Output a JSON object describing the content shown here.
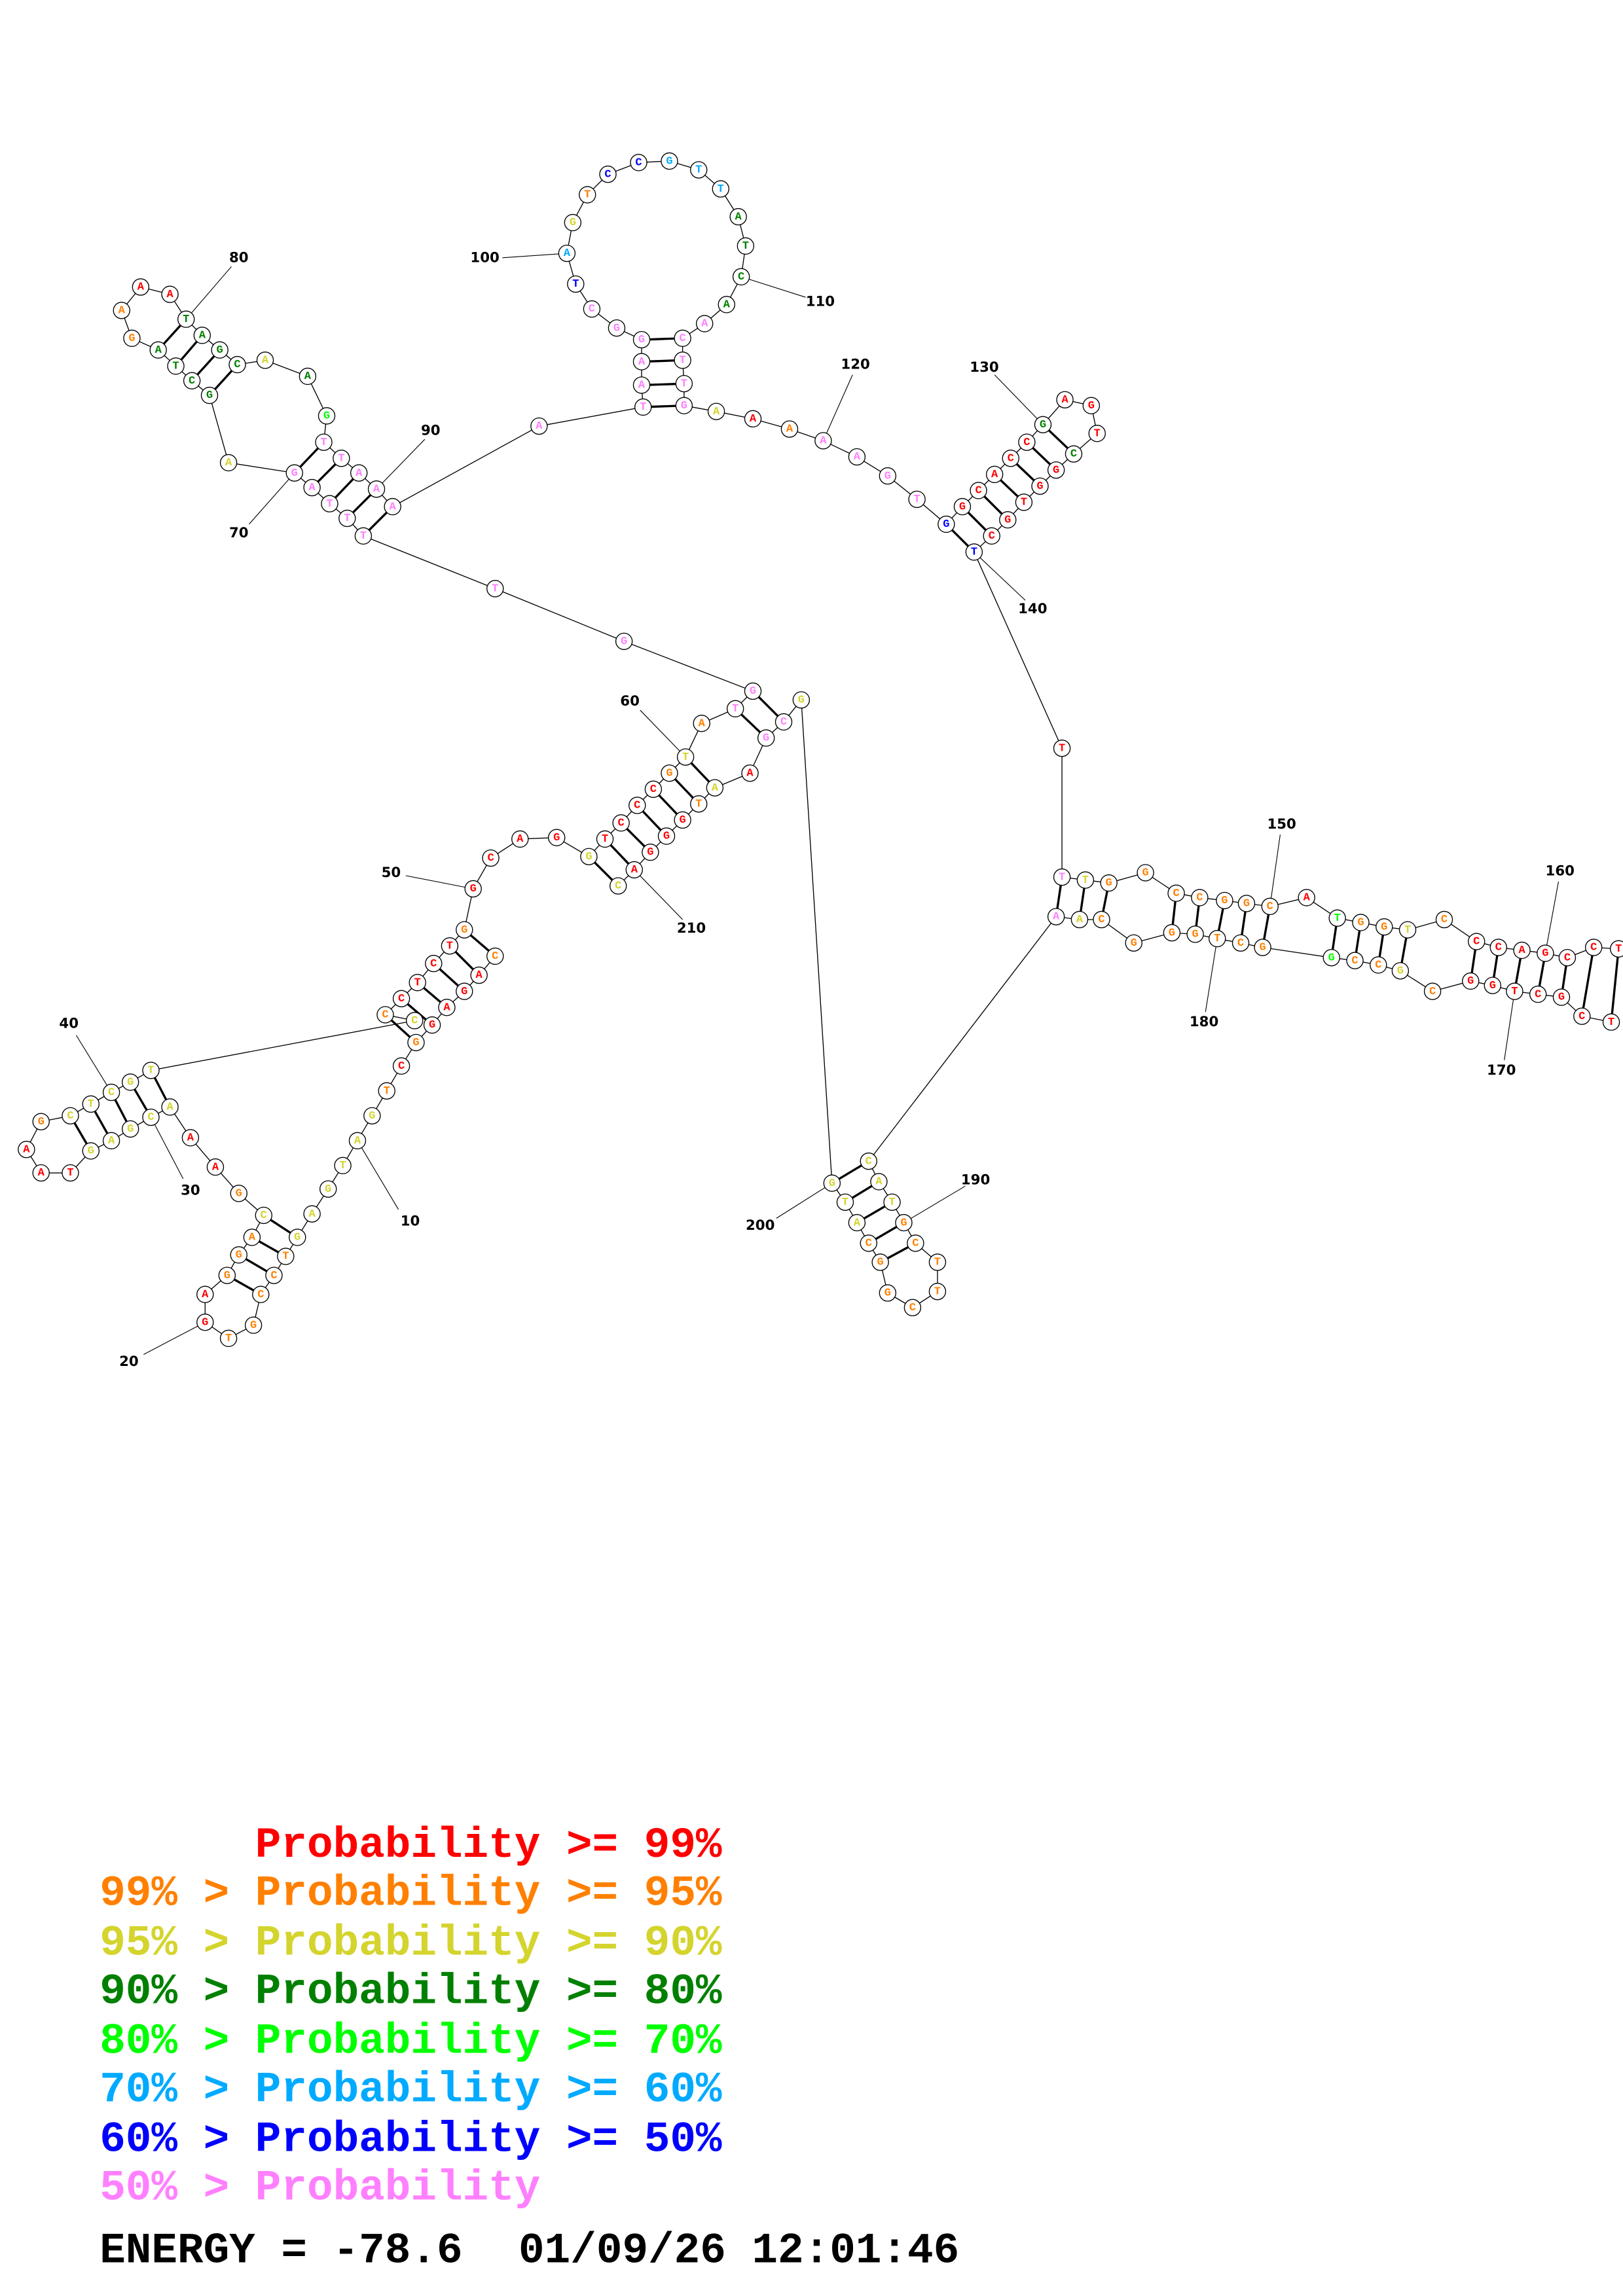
{
  "probability_colors": {
    "R": "#ff0000",
    "O": "#ff8000",
    "Y": "#d4d42e",
    "D": "#008000",
    "G": "#00ff00",
    "L": "#00aaff",
    "B": "#0000ff",
    "P": "#ff80ff"
  },
  "nucleotides": [
    {
      "n": 1,
      "b": "C",
      "c": "O"
    },
    {
      "n": 2,
      "b": "A",
      "c": "R"
    },
    {
      "n": 3,
      "b": "G",
      "c": "R"
    },
    {
      "n": 4,
      "b": "A",
      "c": "R"
    },
    {
      "n": 5,
      "b": "G",
      "c": "R"
    },
    {
      "n": 6,
      "b": "G",
      "c": "O"
    },
    {
      "n": 7,
      "b": "C",
      "c": "R"
    },
    {
      "n": 8,
      "b": "T",
      "c": "O"
    },
    {
      "n": 9,
      "b": "G",
      "c": "Y"
    },
    {
      "n": 10,
      "b": "A",
      "c": "Y"
    },
    {
      "n": 11,
      "b": "T",
      "c": "Y"
    },
    {
      "n": 12,
      "b": "G",
      "c": "Y"
    },
    {
      "n": 13,
      "b": "A",
      "c": "Y"
    },
    {
      "n": 14,
      "b": "G",
      "c": "Y"
    },
    {
      "n": 15,
      "b": "T",
      "c": "O"
    },
    {
      "n": 16,
      "b": "C",
      "c": "O"
    },
    {
      "n": 17,
      "b": "C",
      "c": "O"
    },
    {
      "n": 18,
      "b": "G",
      "c": "O"
    },
    {
      "n": 19,
      "b": "T",
      "c": "O"
    },
    {
      "n": 20,
      "b": "G",
      "c": "R"
    },
    {
      "n": 21,
      "b": "A",
      "c": "R"
    },
    {
      "n": 22,
      "b": "G",
      "c": "O"
    },
    {
      "n": 23,
      "b": "G",
      "c": "O"
    },
    {
      "n": 24,
      "b": "A",
      "c": "O"
    },
    {
      "n": 25,
      "b": "C",
      "c": "Y"
    },
    {
      "n": 26,
      "b": "G",
      "c": "O"
    },
    {
      "n": 27,
      "b": "A",
      "c": "R"
    },
    {
      "n": 28,
      "b": "A",
      "c": "R"
    },
    {
      "n": 29,
      "b": "A",
      "c": "Y"
    },
    {
      "n": 30,
      "b": "C",
      "c": "Y"
    },
    {
      "n": 31,
      "b": "G",
      "c": "Y"
    },
    {
      "n": 32,
      "b": "A",
      "c": "Y"
    },
    {
      "n": 33,
      "b": "G",
      "c": "Y"
    },
    {
      "n": 34,
      "b": "T",
      "c": "R"
    },
    {
      "n": 35,
      "b": "A",
      "c": "R"
    },
    {
      "n": 36,
      "b": "A",
      "c": "R"
    },
    {
      "n": 37,
      "b": "G",
      "c": "O"
    },
    {
      "n": 38,
      "b": "C",
      "c": "Y"
    },
    {
      "n": 39,
      "b": "T",
      "c": "Y"
    },
    {
      "n": 40,
      "b": "C",
      "c": "Y"
    },
    {
      "n": 41,
      "b": "G",
      "c": "Y"
    },
    {
      "n": 42,
      "b": "T",
      "c": "Y"
    },
    {
      "n": 43,
      "b": "C",
      "c": "Y"
    },
    {
      "n": 44,
      "b": "C",
      "c": "O"
    },
    {
      "n": 45,
      "b": "C",
      "c": "R"
    },
    {
      "n": 46,
      "b": "T",
      "c": "R"
    },
    {
      "n": 47,
      "b": "C",
      "c": "R"
    },
    {
      "n": 48,
      "b": "T",
      "c": "R"
    },
    {
      "n": 49,
      "b": "G",
      "c": "O"
    },
    {
      "n": 50,
      "b": "G",
      "c": "R"
    },
    {
      "n": 51,
      "b": "C",
      "c": "R"
    },
    {
      "n": 52,
      "b": "A",
      "c": "R"
    },
    {
      "n": 53,
      "b": "G",
      "c": "R"
    },
    {
      "n": 54,
      "b": "G",
      "c": "Y"
    },
    {
      "n": 55,
      "b": "T",
      "c": "R"
    },
    {
      "n": 56,
      "b": "C",
      "c": "R"
    },
    {
      "n": 57,
      "b": "C",
      "c": "R"
    },
    {
      "n": 58,
      "b": "C",
      "c": "R"
    },
    {
      "n": 59,
      "b": "G",
      "c": "O"
    },
    {
      "n": 60,
      "b": "T",
      "c": "Y"
    },
    {
      "n": 61,
      "b": "A",
      "c": "O"
    },
    {
      "n": 62,
      "b": "T",
      "c": "P"
    },
    {
      "n": 63,
      "b": "G",
      "c": "P"
    },
    {
      "n": 64,
      "b": "G",
      "c": "P"
    },
    {
      "n": 65,
      "b": "T",
      "c": "P"
    },
    {
      "n": 66,
      "b": "T",
      "c": "P"
    },
    {
      "n": 67,
      "b": "T",
      "c": "P"
    },
    {
      "n": 68,
      "b": "T",
      "c": "P"
    },
    {
      "n": 69,
      "b": "A",
      "c": "P"
    },
    {
      "n": 70,
      "b": "G",
      "c": "P"
    },
    {
      "n": 71,
      "b": "A",
      "c": "Y"
    },
    {
      "n": 72,
      "b": "G",
      "c": "D"
    },
    {
      "n": 73,
      "b": "C",
      "c": "D"
    },
    {
      "n": 74,
      "b": "T",
      "c": "D"
    },
    {
      "n": 75,
      "b": "A",
      "c": "D"
    },
    {
      "n": 76,
      "b": "G",
      "c": "O"
    },
    {
      "n": 77,
      "b": "A",
      "c": "O"
    },
    {
      "n": 78,
      "b": "A",
      "c": "R"
    },
    {
      "n": 79,
      "b": "A",
      "c": "R"
    },
    {
      "n": 80,
      "b": "T",
      "c": "D"
    },
    {
      "n": 81,
      "b": "A",
      "c": "D"
    },
    {
      "n": 82,
      "b": "G",
      "c": "D"
    },
    {
      "n": 83,
      "b": "C",
      "c": "D"
    },
    {
      "n": 84,
      "b": "A",
      "c": "Y"
    },
    {
      "n": 85,
      "b": "A",
      "c": "D"
    },
    {
      "n": 86,
      "b": "G",
      "c": "G"
    },
    {
      "n": 87,
      "b": "T",
      "c": "P"
    },
    {
      "n": 88,
      "b": "T",
      "c": "P"
    },
    {
      "n": 89,
      "b": "A",
      "c": "P"
    },
    {
      "n": 90,
      "b": "A",
      "c": "P"
    },
    {
      "n": 91,
      "b": "A",
      "c": "P"
    },
    {
      "n": 92,
      "b": "A",
      "c": "P"
    },
    {
      "n": 93,
      "b": "T",
      "c": "P"
    },
    {
      "n": 94,
      "b": "A",
      "c": "P"
    },
    {
      "n": 95,
      "b": "A",
      "c": "P"
    },
    {
      "n": 96,
      "b": "G",
      "c": "P"
    },
    {
      "n": 97,
      "b": "G",
      "c": "P"
    },
    {
      "n": 98,
      "b": "C",
      "c": "P"
    },
    {
      "n": 99,
      "b": "T",
      "c": "B"
    },
    {
      "n": 100,
      "b": "A",
      "c": "L"
    },
    {
      "n": 101,
      "b": "G",
      "c": "Y"
    },
    {
      "n": 102,
      "b": "T",
      "c": "O"
    },
    {
      "n": 103,
      "b": "C",
      "c": "B"
    },
    {
      "n": 104,
      "b": "C",
      "c": "B"
    },
    {
      "n": 105,
      "b": "G",
      "c": "L"
    },
    {
      "n": 106,
      "b": "T",
      "c": "L"
    },
    {
      "n": 107,
      "b": "T",
      "c": "L"
    },
    {
      "n": 108,
      "b": "A",
      "c": "D"
    },
    {
      "n": 109,
      "b": "T",
      "c": "D"
    },
    {
      "n": 110,
      "b": "C",
      "c": "D"
    },
    {
      "n": 111,
      "b": "A",
      "c": "D"
    },
    {
      "n": 112,
      "b": "A",
      "c": "P"
    },
    {
      "n": 113,
      "b": "C",
      "c": "P"
    },
    {
      "n": 114,
      "b": "T",
      "c": "P"
    },
    {
      "n": 115,
      "b": "T",
      "c": "P"
    },
    {
      "n": 116,
      "b": "G",
      "c": "P"
    },
    {
      "n": 117,
      "b": "A",
      "c": "Y"
    },
    {
      "n": 118,
      "b": "A",
      "c": "R"
    },
    {
      "n": 119,
      "b": "A",
      "c": "O"
    },
    {
      "n": 120,
      "b": "A",
      "c": "P"
    },
    {
      "n": 121,
      "b": "A",
      "c": "P"
    },
    {
      "n": 122,
      "b": "G",
      "c": "P"
    },
    {
      "n": 123,
      "b": "T",
      "c": "P"
    },
    {
      "n": 124,
      "b": "G",
      "c": "B"
    },
    {
      "n": 125,
      "b": "G",
      "c": "R"
    },
    {
      "n": 126,
      "b": "C",
      "c": "R"
    },
    {
      "n": 127,
      "b": "A",
      "c": "R"
    },
    {
      "n": 128,
      "b": "C",
      "c": "R"
    },
    {
      "n": 129,
      "b": "C",
      "c": "R"
    },
    {
      "n": 130,
      "b": "G",
      "c": "D"
    },
    {
      "n": 131,
      "b": "A",
      "c": "R"
    },
    {
      "n": 132,
      "b": "G",
      "c": "R"
    },
    {
      "n": 133,
      "b": "T",
      "c": "R"
    },
    {
      "n": 134,
      "b": "C",
      "c": "D"
    },
    {
      "n": 135,
      "b": "G",
      "c": "R"
    },
    {
      "n": 136,
      "b": "G",
      "c": "R"
    },
    {
      "n": 137,
      "b": "T",
      "c": "R"
    },
    {
      "n": 138,
      "b": "G",
      "c": "R"
    },
    {
      "n": 139,
      "b": "C",
      "c": "R"
    },
    {
      "n": 140,
      "b": "T",
      "c": "B"
    },
    {
      "n": 141,
      "b": "T",
      "c": "R"
    },
    {
      "n": 142,
      "b": "T",
      "c": "P"
    },
    {
      "n": 143,
      "b": "T",
      "c": "Y"
    },
    {
      "n": 144,
      "b": "G",
      "c": "O"
    },
    {
      "n": 145,
      "b": "G",
      "c": "O"
    },
    {
      "n": 146,
      "b": "C",
      "c": "O"
    },
    {
      "n": 147,
      "b": "C",
      "c": "O"
    },
    {
      "n": 148,
      "b": "G",
      "c": "O"
    },
    {
      "n": 149,
      "b": "G",
      "c": "O"
    },
    {
      "n": 150,
      "b": "C",
      "c": "O"
    },
    {
      "n": 151,
      "b": "A",
      "c": "R"
    },
    {
      "n": 152,
      "b": "T",
      "c": "G"
    },
    {
      "n": 153,
      "b": "G",
      "c": "O"
    },
    {
      "n": 154,
      "b": "G",
      "c": "O"
    },
    {
      "n": 155,
      "b": "T",
      "c": "Y"
    },
    {
      "n": 156,
      "b": "C",
      "c": "O"
    },
    {
      "n": 157,
      "b": "C",
      "c": "R"
    },
    {
      "n": 158,
      "b": "C",
      "c": "R"
    },
    {
      "n": 159,
      "b": "A",
      "c": "R"
    },
    {
      "n": 160,
      "b": "G",
      "c": "R"
    },
    {
      "n": 161,
      "b": "C",
      "c": "R"
    },
    {
      "n": 162,
      "b": "C",
      "c": "R"
    },
    {
      "n": 163,
      "b": "T",
      "c": "R"
    },
    {
      "n": 166,
      "b": "T",
      "c": "R"
    },
    {
      "n": 167,
      "b": "C",
      "c": "R"
    },
    {
      "n": 168,
      "b": "G",
      "c": "R"
    },
    {
      "n": 169,
      "b": "C",
      "c": "R"
    },
    {
      "n": 170,
      "b": "T",
      "c": "R"
    },
    {
      "n": 171,
      "b": "G",
      "c": "R"
    },
    {
      "n": 172,
      "b": "G",
      "c": "R"
    },
    {
      "n": 173,
      "b": "C",
      "c": "O"
    },
    {
      "n": 174,
      "b": "G",
      "c": "Y"
    },
    {
      "n": 175,
      "b": "C",
      "c": "O"
    },
    {
      "n": 176,
      "b": "C",
      "c": "O"
    },
    {
      "n": 177,
      "b": "G",
      "c": "G"
    },
    {
      "n": 178,
      "b": "G",
      "c": "O"
    },
    {
      "n": 179,
      "b": "C",
      "c": "O"
    },
    {
      "n": 180,
      "b": "T",
      "c": "O"
    },
    {
      "n": 181,
      "b": "G",
      "c": "O"
    },
    {
      "n": 182,
      "b": "G",
      "c": "O"
    },
    {
      "n": 183,
      "b": "G",
      "c": "O"
    },
    {
      "n": 184,
      "b": "C",
      "c": "O"
    },
    {
      "n": 185,
      "b": "A",
      "c": "Y"
    },
    {
      "n": 186,
      "b": "A",
      "c": "P"
    },
    {
      "n": 187,
      "b": "C",
      "c": "Y"
    },
    {
      "n": 188,
      "b": "A",
      "c": "Y"
    },
    {
      "n": 189,
      "b": "T",
      "c": "Y"
    },
    {
      "n": 190,
      "b": "G",
      "c": "O"
    },
    {
      "n": 191,
      "b": "C",
      "c": "O"
    },
    {
      "n": 192,
      "b": "T",
      "c": "O"
    },
    {
      "n": 193,
      "b": "T",
      "c": "O"
    },
    {
      "n": 194,
      "b": "C",
      "c": "O"
    },
    {
      "n": 195,
      "b": "G",
      "c": "O"
    },
    {
      "n": 196,
      "b": "G",
      "c": "O"
    },
    {
      "n": 197,
      "b": "C",
      "c": "O"
    },
    {
      "n": 198,
      "b": "A",
      "c": "Y"
    },
    {
      "n": 199,
      "b": "T",
      "c": "Y"
    },
    {
      "n": 200,
      "b": "G",
      "c": "Y"
    },
    {
      "n": 201,
      "b": "G",
      "c": "Y"
    },
    {
      "n": 202,
      "b": "C",
      "c": "P"
    },
    {
      "n": 203,
      "b": "G",
      "c": "P"
    },
    {
      "n": 204,
      "b": "A",
      "c": "R"
    },
    {
      "n": 205,
      "b": "A",
      "c": "Y"
    },
    {
      "n": 206,
      "b": "T",
      "c": "O"
    },
    {
      "n": 207,
      "b": "G",
      "c": "R"
    },
    {
      "n": 208,
      "b": "G",
      "c": "R"
    },
    {
      "n": 209,
      "b": "G",
      "c": "R"
    },
    {
      "n": 210,
      "b": "A",
      "c": "R"
    },
    {
      "n": 211,
      "b": "C",
      "c": "Y"
    }
  ],
  "position_labels": [
    "10",
    "20",
    "30",
    "40",
    "50",
    "60",
    "70",
    "80",
    "90",
    "100",
    "110",
    "120",
    "130",
    "140",
    "150",
    "160",
    "170",
    "180",
    "190",
    "200",
    "210"
  ],
  "legend": [
    {
      "text": "      Probability >= 99%",
      "c": "R"
    },
    {
      "text": "99% > Probability >= 95%",
      "c": "O"
    },
    {
      "text": "95% > Probability >= 90%",
      "c": "Y"
    },
    {
      "text": "90% > Probability >= 80%",
      "c": "D"
    },
    {
      "text": "80% > Probability >= 70%",
      "c": "G"
    },
    {
      "text": "70% > Probability >= 60%",
      "c": "L"
    },
    {
      "text": "60% > Probability >= 50%",
      "c": "B"
    },
    {
      "text": "50% > Probability",
      "c": "P"
    }
  ],
  "footer": {
    "energy": "ENERGY = -78.6",
    "timestamp": "01/09/26 12:01:46"
  }
}
